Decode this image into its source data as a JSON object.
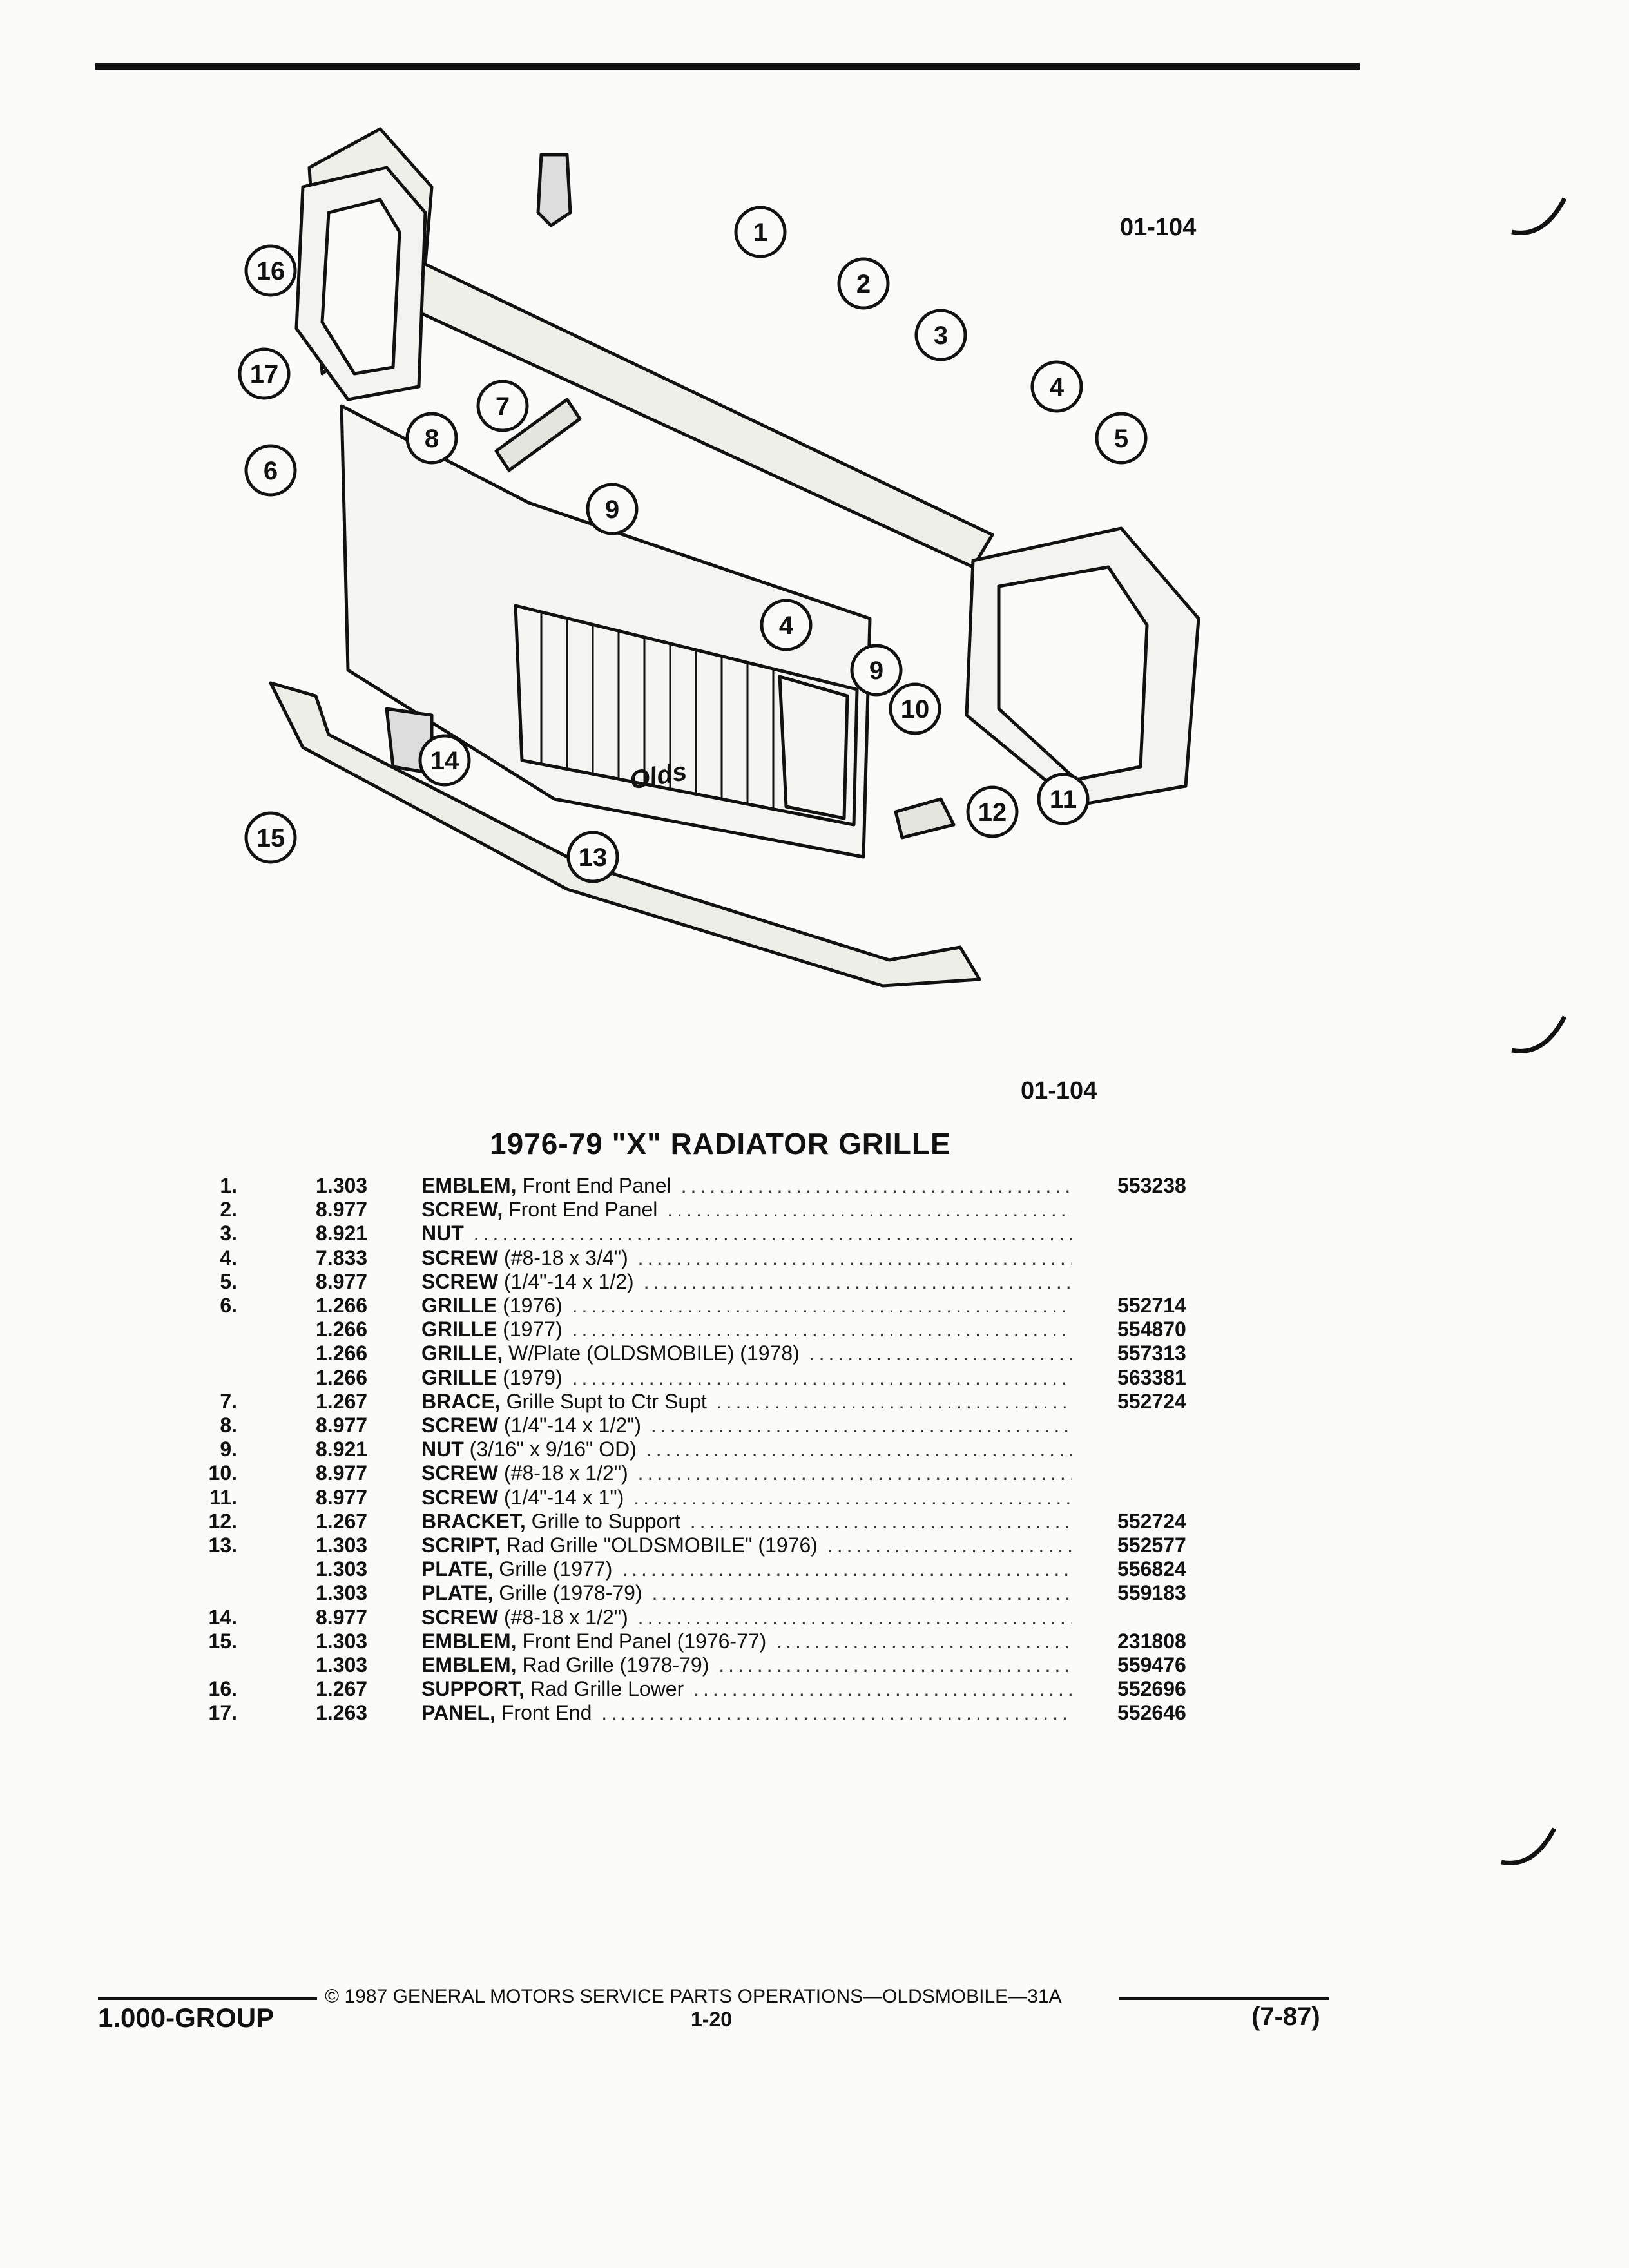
{
  "illustration": {
    "code_top": "01-104",
    "code_bottom": "01-104",
    "callouts": [
      "1",
      "2",
      "3",
      "4",
      "5",
      "6",
      "7",
      "8",
      "9",
      "4",
      "9",
      "10",
      "11",
      "12",
      "13",
      "14",
      "15",
      "16",
      "17"
    ],
    "script_badge": "Olds"
  },
  "title": "1976-79 \"X\" RADIATOR GRILLE",
  "parts": [
    {
      "num": "1.",
      "group": "1.303",
      "name": "EMBLEM,",
      "detail": " Front End Panel",
      "pn": "553238"
    },
    {
      "num": "2.",
      "group": "8.977",
      "name": "SCREW,",
      "detail": " Front End Panel",
      "pn": ""
    },
    {
      "num": "3.",
      "group": "8.921",
      "name": "NUT",
      "detail": "",
      "pn": ""
    },
    {
      "num": "4.",
      "group": "7.833",
      "name": "SCREW",
      "detail": " (#8-18 x 3/4\")",
      "pn": ""
    },
    {
      "num": "5.",
      "group": "8.977",
      "name": "SCREW",
      "detail": " (1/4\"-14 x 1/2)",
      "pn": ""
    },
    {
      "num": "6.",
      "group": "1.266",
      "name": "GRILLE",
      "detail": " (1976)",
      "pn": "552714"
    },
    {
      "num": "",
      "group": "1.266",
      "name": "GRILLE",
      "detail": " (1977)",
      "pn": "554870"
    },
    {
      "num": "",
      "group": "1.266",
      "name": "GRILLE,",
      "detail": " W/Plate (OLDSMOBILE) (1978)",
      "pn": "557313"
    },
    {
      "num": "",
      "group": "1.266",
      "name": "GRILLE",
      "detail": " (1979)",
      "pn": "563381"
    },
    {
      "num": "7.",
      "group": "1.267",
      "name": "BRACE,",
      "detail": " Grille Supt to Ctr Supt",
      "pn": "552724"
    },
    {
      "num": "8.",
      "group": "8.977",
      "name": "SCREW",
      "detail": " (1/4\"-14 x 1/2\")",
      "pn": ""
    },
    {
      "num": "9.",
      "group": "8.921",
      "name": "NUT",
      "detail": " (3/16\" x 9/16\" OD)",
      "pn": ""
    },
    {
      "num": "10.",
      "group": "8.977",
      "name": "SCREW",
      "detail": " (#8-18 x 1/2\")",
      "pn": ""
    },
    {
      "num": "11.",
      "group": "8.977",
      "name": "SCREW",
      "detail": " (1/4\"-14 x 1\")",
      "pn": ""
    },
    {
      "num": "12.",
      "group": "1.267",
      "name": "BRACKET,",
      "detail": " Grille to Support",
      "pn": "552724"
    },
    {
      "num": "13.",
      "group": "1.303",
      "name": "SCRIPT,",
      "detail": " Rad Grille \"OLDSMOBILE\" (1976)",
      "pn": "552577"
    },
    {
      "num": "",
      "group": "1.303",
      "name": "PLATE,",
      "detail": " Grille (1977)",
      "pn": "556824"
    },
    {
      "num": "",
      "group": "1.303",
      "name": "PLATE,",
      "detail": " Grille (1978-79)",
      "pn": "559183"
    },
    {
      "num": "14.",
      "group": "8.977",
      "name": "SCREW",
      "detail": " (#8-18 x 1/2\")",
      "pn": ""
    },
    {
      "num": "15.",
      "group": "1.303",
      "name": "EMBLEM,",
      "detail": " Front End Panel (1976-77)",
      "pn": "231808"
    },
    {
      "num": "",
      "group": "1.303",
      "name": "EMBLEM,",
      "detail": " Rad Grille (1978-79)",
      "pn": "559476"
    },
    {
      "num": "16.",
      "group": "1.267",
      "name": "SUPPORT,",
      "detail": " Rad Grille Lower",
      "pn": "552696"
    },
    {
      "num": "17.",
      "group": "1.263",
      "name": "PANEL,",
      "detail": " Front End",
      "pn": "552646"
    }
  ],
  "footer": {
    "copyright": "© 1987 GENERAL MOTORS SERVICE PARTS OPERATIONS—OLDSMOBILE—31A",
    "group": "1.000-GROUP",
    "page": "1-20",
    "date": "(7-87)"
  }
}
